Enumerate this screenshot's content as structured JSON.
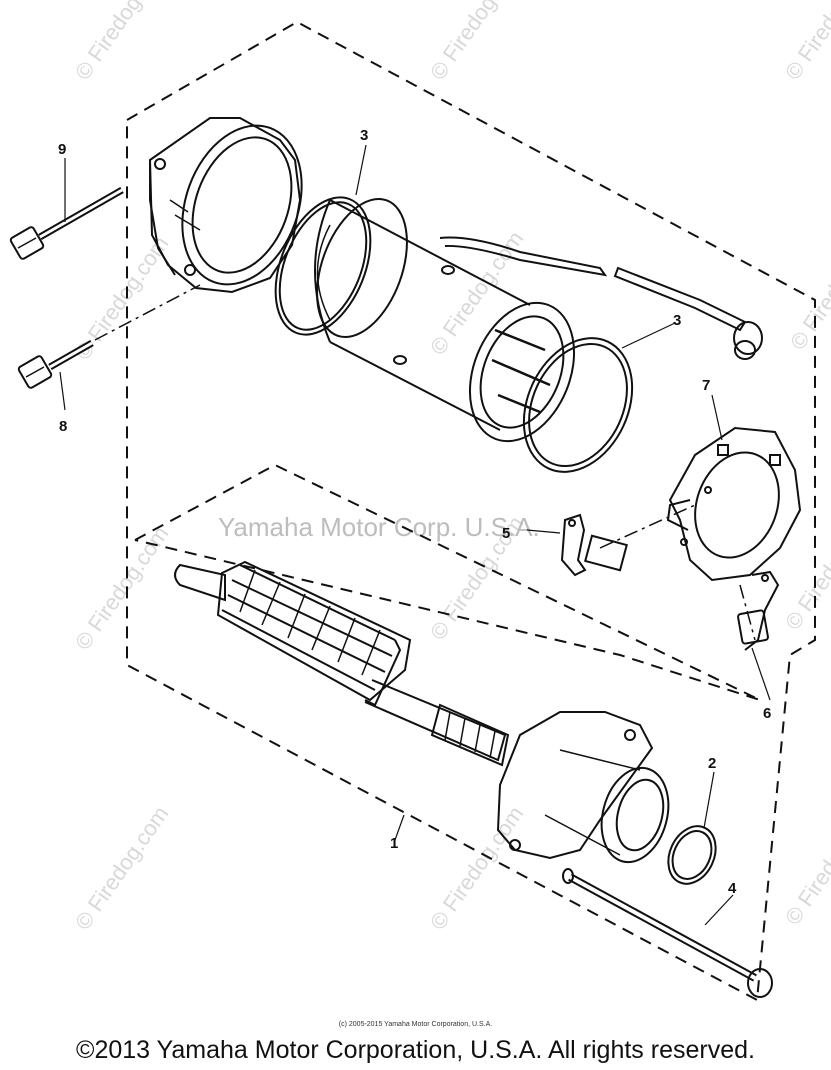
{
  "diagram": {
    "watermark_text": "© Firedog.com",
    "center_watermark": "Yamaha Motor Corp. U.S.A.",
    "callouts": {
      "c1": "1",
      "c2": "2",
      "c3a": "3",
      "c3b": "3",
      "c4": "4",
      "c5": "5",
      "c6": "6",
      "c7": "7",
      "c8": "8",
      "c9": "9"
    }
  },
  "footer": {
    "copyright_small": "(c) 2005-2015 Yamaha Motor Corporation, U.S.A.",
    "copyright_main": "©2013 Yamaha Motor Corporation, U.S.A. All rights reserved."
  }
}
